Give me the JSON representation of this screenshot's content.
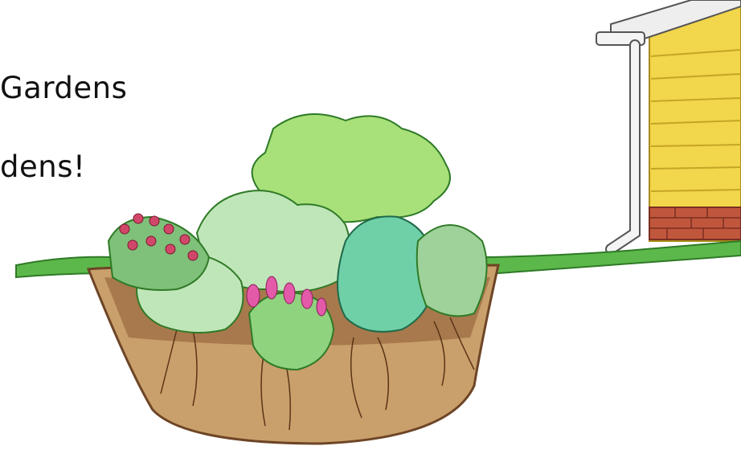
{
  "slide": {
    "text_lines": [
      "Gardens",
      "dens!"
    ]
  },
  "illustration": {
    "subject": "rain-garden-cross-section",
    "colors": {
      "soil": "#c9a06b",
      "soil_dark": "#8a5a33",
      "grass": "#5cb84a",
      "siding": "#f2d64b",
      "brick": "#c0573d",
      "gutter": "#f4f4f4",
      "shrub_light": "#a8e07a",
      "shrub_blue": "#6fd0a8",
      "fern": "#bfe6b8",
      "flower_pink": "#e25aa8",
      "flower_red": "#d1476a"
    }
  }
}
